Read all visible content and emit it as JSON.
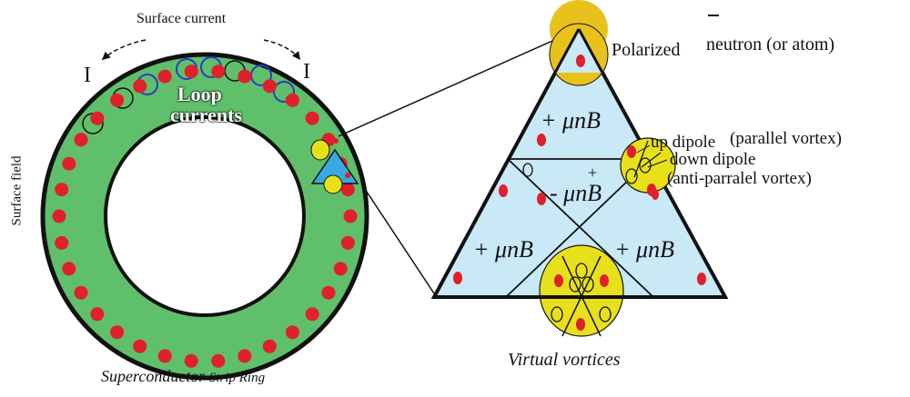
{
  "labels": {
    "surface_current": "Surface current",
    "current_left": "I",
    "current_right": "I",
    "loop_currents_line1": "Loop",
    "loop_currents_line2": "currents",
    "surface_field": "Surface field",
    "superconductor_caption_1": "Superconductor",
    "superconductor_caption_2": "Strip Ring",
    "polarized_neutron_1": "Polarized",
    "polarized_neutron_2": "neutron (or atom)",
    "up_dipole": "up dipole",
    "parallel_vortex": "(parallel vortex)",
    "down_dipole": "down dipole",
    "antiparallel_vortex": "(anti-parralel vortex)",
    "virtual_vortices": "Virtual vortices",
    "term_top": "+ μnB",
    "term_middle": "- μnB",
    "term_middle_plus": "+",
    "term_bottom_left": "+ μnB",
    "term_bottom_right": "+ μnB"
  },
  "colors": {
    "ring_fill": "#5fbf6a",
    "triangle_fill": "#c9e9f7",
    "vortex_fill": "#e8e01a",
    "vortex_ring": "#e0b800",
    "dot_red": "#e0202a",
    "outline": "#111111"
  }
}
